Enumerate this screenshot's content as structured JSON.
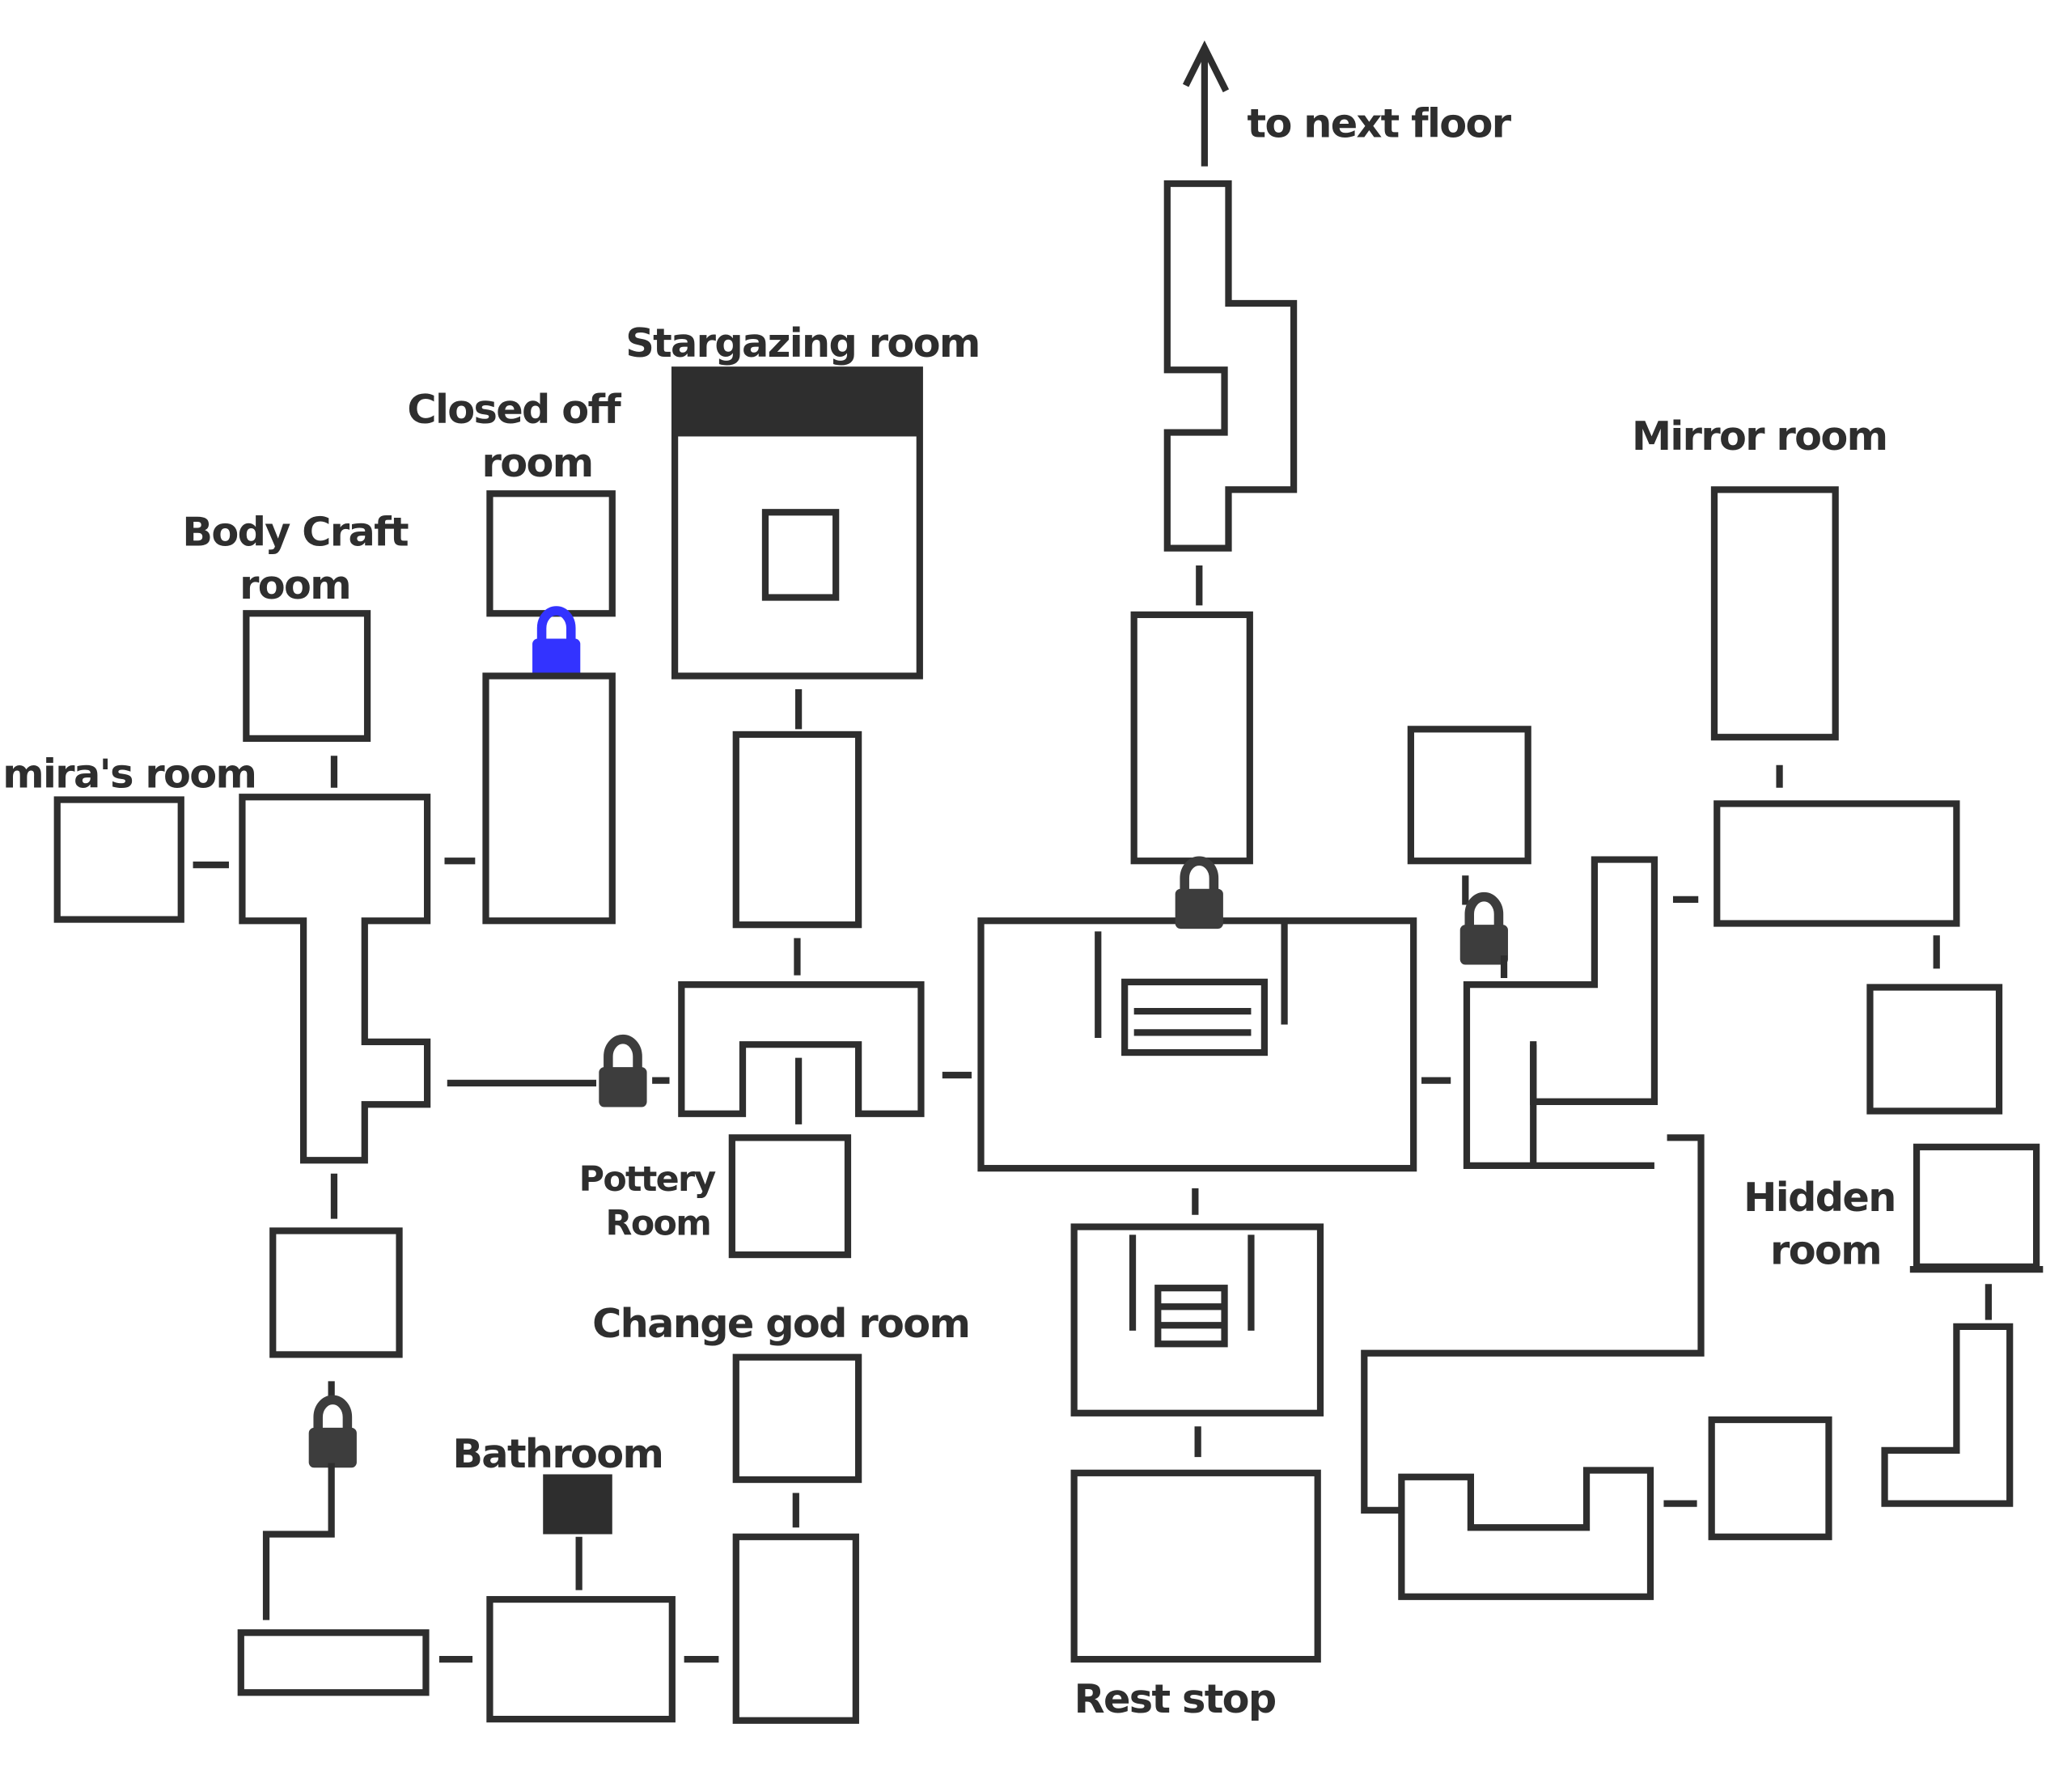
{
  "map": {
    "title": "Floor map",
    "ink_color": "#2e2e2e",
    "exit": {
      "label": "to next floor",
      "icon": "arrow-up-icon"
    },
    "rooms": {
      "stargazing": {
        "label": "Stargazing room"
      },
      "closed_off": {
        "label_line1": "Closed off",
        "label_line2": "room"
      },
      "body_craft": {
        "label_line1": "Body Craft",
        "label_line2": "room"
      },
      "miras": {
        "label": "mira's room"
      },
      "mirror": {
        "label": "Mirror room"
      },
      "pottery": {
        "label_line1": "Pottery",
        "label_line2": "Room"
      },
      "change_god": {
        "label": "Change god room"
      },
      "bathroom": {
        "label": "Bathroom"
      },
      "hidden": {
        "label_line1": "Hidden",
        "label_line2": "room"
      },
      "rest_stop": {
        "label": "Rest stop"
      }
    },
    "locks": [
      {
        "id": "closed-off-room-lock",
        "color": "#3333ff",
        "state": "locked-special"
      },
      {
        "id": "corridor-west-lock",
        "color": "#3d3d3d",
        "state": "locked"
      },
      {
        "id": "central-hall-lock",
        "color": "#3d3d3d",
        "state": "locked"
      },
      {
        "id": "east-corridor-lock",
        "color": "#3d3d3d",
        "state": "locked"
      },
      {
        "id": "southwest-lock",
        "color": "#3d3d3d",
        "state": "locked"
      }
    ]
  }
}
